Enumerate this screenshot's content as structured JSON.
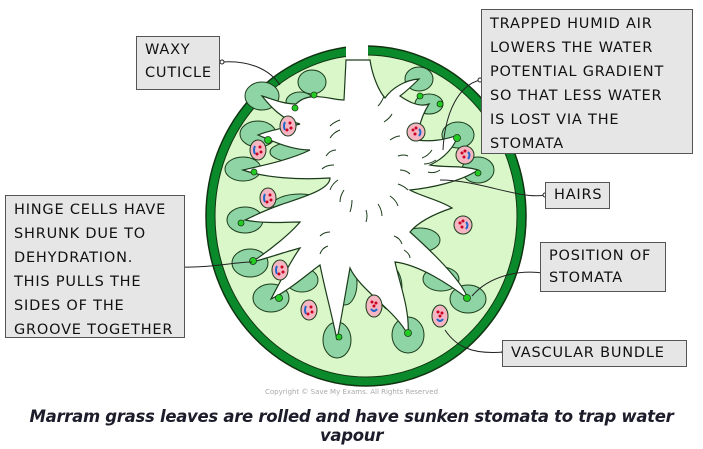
{
  "labels": {
    "waxy_cuticle": [
      "WAXY",
      "CUTICLE"
    ],
    "trapped_air": [
      "TRAPPED HUMID AIR",
      "LOWERS THE WATER",
      "POTENTIAL GRADIENT",
      "SO THAT LESS WATER",
      "IS LOST VIA THE",
      "STOMATA"
    ],
    "hinge_cells": [
      "HINGE CELLS HAVE",
      "SHRUNK DUE TO",
      "DEHYDRATION.",
      "THIS PULLS THE",
      "SIDES OF THE",
      "GROOVE TOGETHER"
    ],
    "hairs": [
      "HAIRS"
    ],
    "stomata_position": [
      "POSITION OF",
      "STOMATA"
    ],
    "vascular_bundle": [
      "VASCULAR BUNDLE"
    ]
  },
  "copyright": "Copyright © Save My Exams. All Rights Reserved",
  "caption": "Marram grass leaves are rolled and have sunken stomata to trap water vapour",
  "colors": {
    "cuticle": "#0a8a2a",
    "tissue": "#d9f7c8",
    "lobe": "#8ed4a4",
    "vascular": "#f4b6c2",
    "stoma_dot": "#22cc22",
    "label_bg": "#e6e6e6"
  }
}
